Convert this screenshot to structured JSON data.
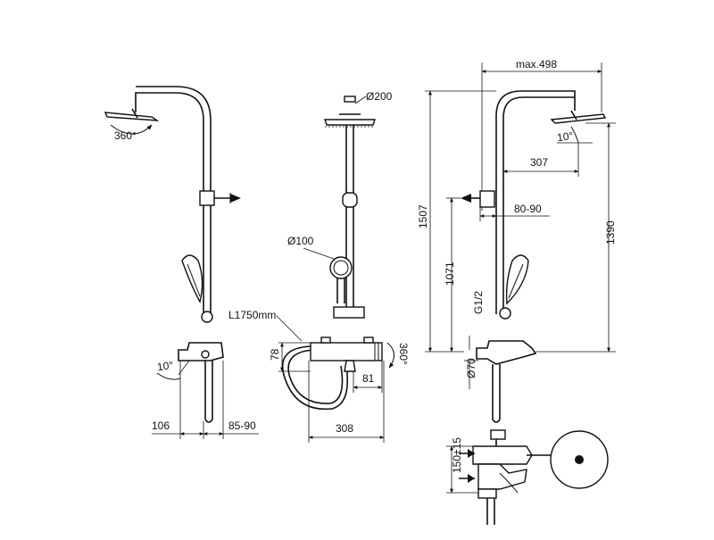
{
  "diagram": {
    "labels": {
      "rotation_head": "360°",
      "tilt_head": "10°",
      "diam_head": "Ø200",
      "diam_hand": "Ø100",
      "hose_length": "L1750mm",
      "rotation_spout": "360°",
      "tilt_mixer": "10°",
      "max_width": "max.498",
      "head_offset": "307",
      "bracket_spacing": "80-90",
      "total_height": "1507",
      "head_height": "1390",
      "bracket_height": "1071",
      "thread": "G1/2",
      "diam_escutcheon": "Ø70",
      "mixer_height": "78",
      "spout_offset": "81",
      "mixer_width": "308",
      "wall_offset": "106",
      "wall_spacing": "85-90",
      "inlet_spacing": "150±15"
    }
  }
}
